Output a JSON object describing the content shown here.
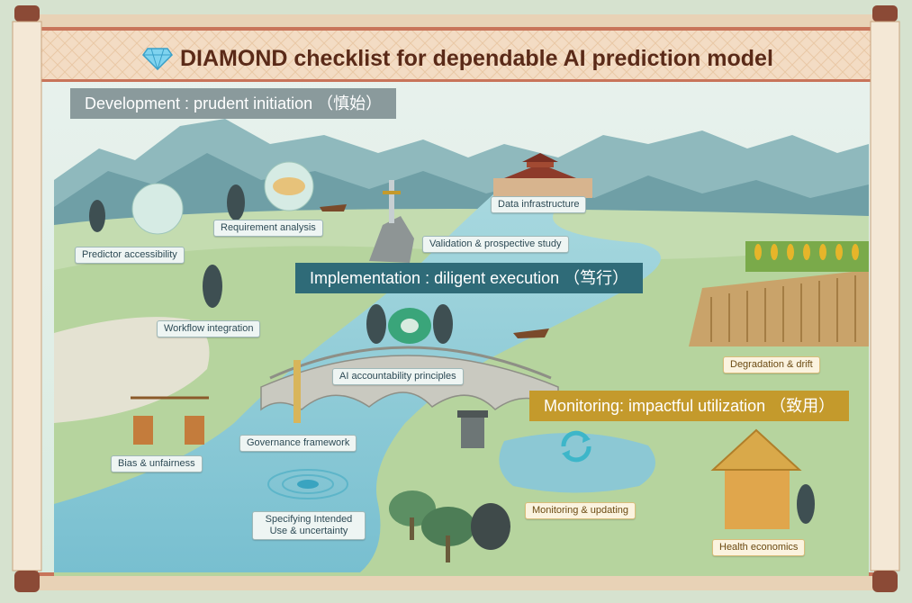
{
  "title": "DIAMOND checklist for dependable AI prediction model",
  "sections": {
    "development": "Development : prudent initiation （慎始）",
    "implementation": "Implementation : diligent execution （笃行）",
    "monitoring": "Monitoring: impactful utilization （致用）"
  },
  "labels": {
    "predictor_accessibility": "Predictor accessibility",
    "requirement_analysis": "Requirement analysis",
    "data_infrastructure": "Data infrastructure",
    "validation_prospective": "Validation & prospective study",
    "workflow_integration": "Workflow integration",
    "ai_accountability": "AI accountability principles",
    "governance_framework": "Governance framework",
    "bias_unfairness": "Bias & unfairness",
    "specifying_line1": "Specifying Intended",
    "specifying_line2": "Use & uncertainty",
    "degradation_drift": "Degradation & drift",
    "monitoring_updating": "Monitoring & updating",
    "health_economics": "Health economics"
  },
  "colors": {
    "development_banner": "#8a9a9c",
    "implementation_banner": "#2f6b78",
    "monitoring_banner": "#c49a2c",
    "title_text": "#5a2a18",
    "river": "#8cc8d4",
    "frame": "#b5563c"
  },
  "icons": [
    "diamond-icon",
    "recycle-arrows-icon"
  ]
}
